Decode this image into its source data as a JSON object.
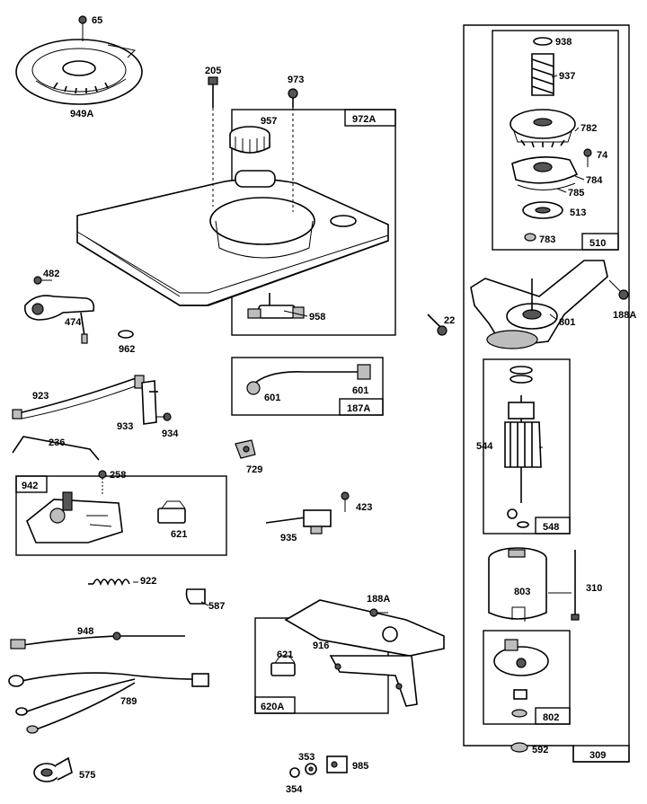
{
  "labels": {
    "p65": "65",
    "p949a": "949A",
    "p205": "205",
    "p973": "973",
    "p957": "957",
    "p972a": "972A",
    "p938": "938",
    "p937": "937",
    "p782": "782",
    "p74": "74",
    "p784": "784",
    "p785": "785",
    "p513": "513",
    "p783": "783",
    "p510": "510",
    "p482": "482",
    "p474": "474",
    "p962": "962",
    "p958": "958",
    "p22": "22",
    "p801": "801",
    "p188a": "188A",
    "p601a": "601",
    "p601b": "601",
    "p187a": "187A",
    "p923": "923",
    "p933": "933",
    "p934": "934",
    "p236": "236",
    "p729": "729",
    "p544": "544",
    "p548": "548",
    "p258": "258",
    "p942": "942",
    "p621a": "621",
    "p423": "423",
    "p935": "935",
    "p922": "922",
    "p587": "587",
    "p803": "803",
    "p310": "310",
    "p188a2": "188A",
    "p916": "916",
    "p948": "948",
    "p621b": "621",
    "p620a": "620A",
    "p789": "789",
    "p802": "802",
    "p592": "592",
    "p309": "309",
    "p353": "353",
    "p985": "985",
    "p354": "354",
    "p575": "575"
  }
}
